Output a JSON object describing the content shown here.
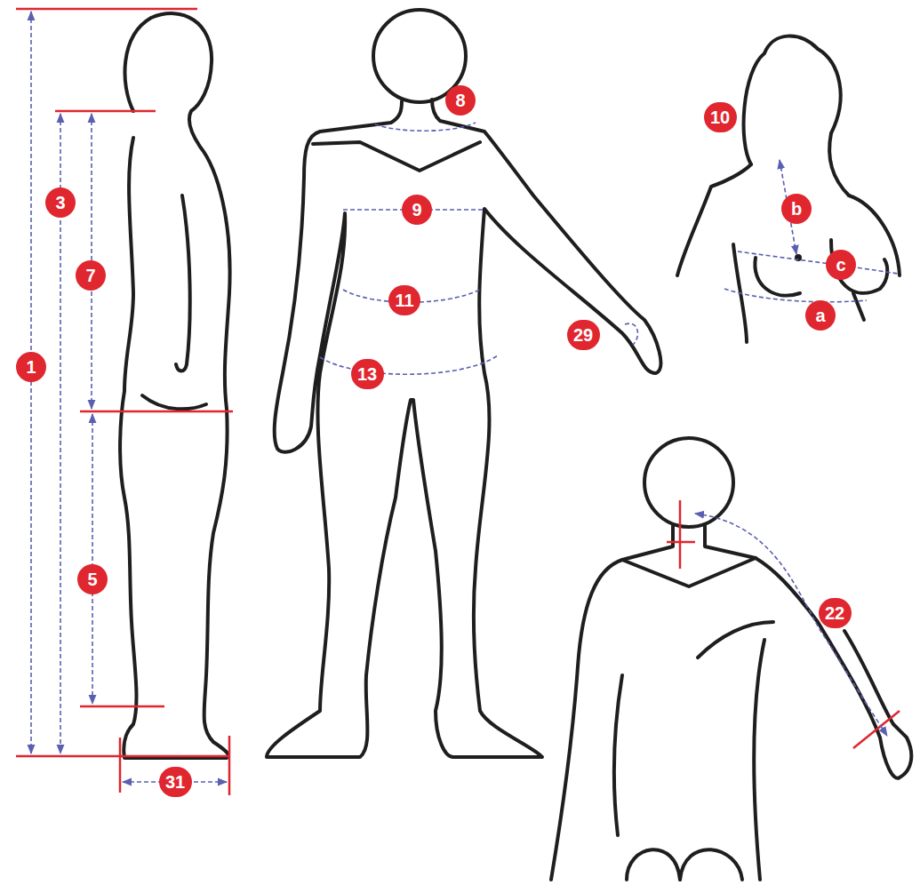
{
  "diagram": {
    "nodes": [
      {
        "text": [
          "1"
        ]
      },
      {
        "text": [
          "3"
        ]
      },
      {
        "text": [
          "7"
        ]
      },
      {
        "text": [
          "5"
        ]
      },
      {
        "text": [
          "31"
        ]
      },
      {
        "text": [
          "8"
        ]
      },
      {
        "text": [
          "9"
        ]
      },
      {
        "text": [
          "11"
        ]
      },
      {
        "text": [
          "13"
        ]
      },
      {
        "text": [
          "29"
        ]
      },
      {
        "text": [
          "10"
        ]
      },
      {
        "text": [
          "b"
        ]
      },
      {
        "text": [
          "c"
        ]
      },
      {
        "text": [
          "a"
        ]
      },
      {
        "text": [
          "22"
        ]
      }
    ]
  }
}
